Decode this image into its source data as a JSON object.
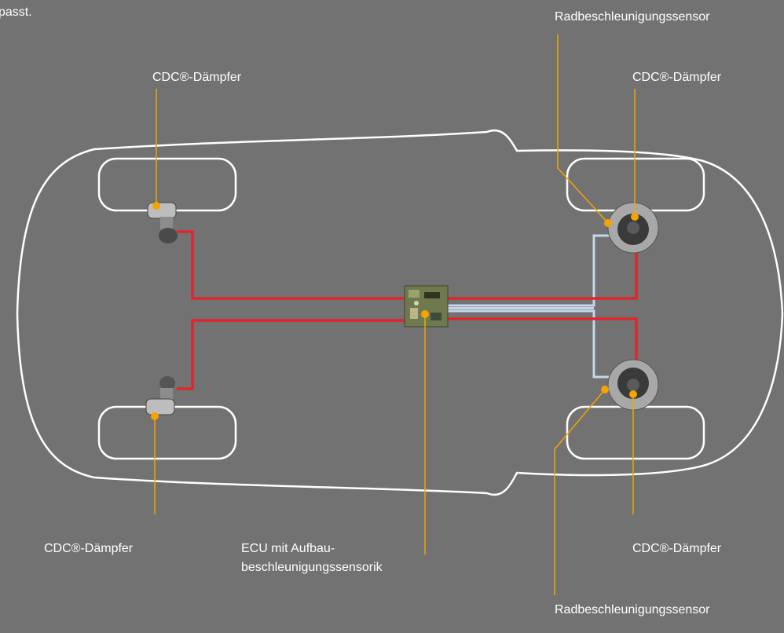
{
  "caption_fragment": "passt.",
  "labels": {
    "damper_front_left": "CDC®-Dämpfer",
    "damper_front_right": "CDC®-Dämpfer",
    "damper_rear_left": "CDC®-Dämpfer",
    "damper_rear_right": "CDC®-Dämpfer",
    "sensor_top": "Radbeschleunigungssensor",
    "sensor_bottom": "Radbeschleunigungssensor",
    "ecu_line1": "ECU mit Aufbau-",
    "ecu_line2": "beschleunigungssensorik"
  },
  "colors": {
    "background": "#727272",
    "car_outline": "#ffffff",
    "leader_line": "#f5a300",
    "damper_wiring": "#e0262a",
    "sensor_wiring": "#c5d5ea"
  }
}
